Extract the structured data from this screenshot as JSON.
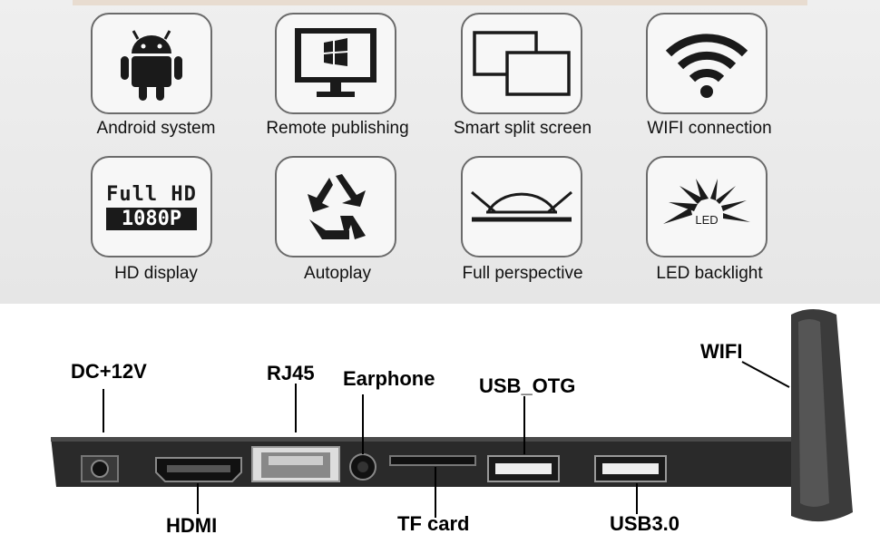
{
  "features": [
    {
      "label": "Android system",
      "icon": "android-icon"
    },
    {
      "label": "Remote publishing",
      "icon": "monitor-windows-icon"
    },
    {
      "label": "Smart split screen",
      "icon": "split-screen-icon"
    },
    {
      "label": "WIFI connection",
      "icon": "wifi-icon"
    },
    {
      "label": "HD display",
      "icon": "full-hd-icon"
    },
    {
      "label": "Autoplay",
      "icon": "recycle-icon"
    },
    {
      "label": "Full perspective",
      "icon": "perspective-icon"
    },
    {
      "label": "LED backlight",
      "icon": "led-backlight-icon"
    }
  ],
  "hd_badge": {
    "line1": "Full HD",
    "line2": "1080P"
  },
  "led_badge": "LED",
  "ports": {
    "dc": "DC+12V",
    "rj45": "RJ45",
    "earphone": "Earphone",
    "usb_otg": "USB_OTG",
    "wifi": "WIFI",
    "hdmi": "HDMI",
    "tf_card": "TF card",
    "usb3": "USB3.0"
  },
  "colors": {
    "icon": "#1a1a1a",
    "card_border": "#6b6b6b",
    "panel": "#2a2a2a"
  }
}
